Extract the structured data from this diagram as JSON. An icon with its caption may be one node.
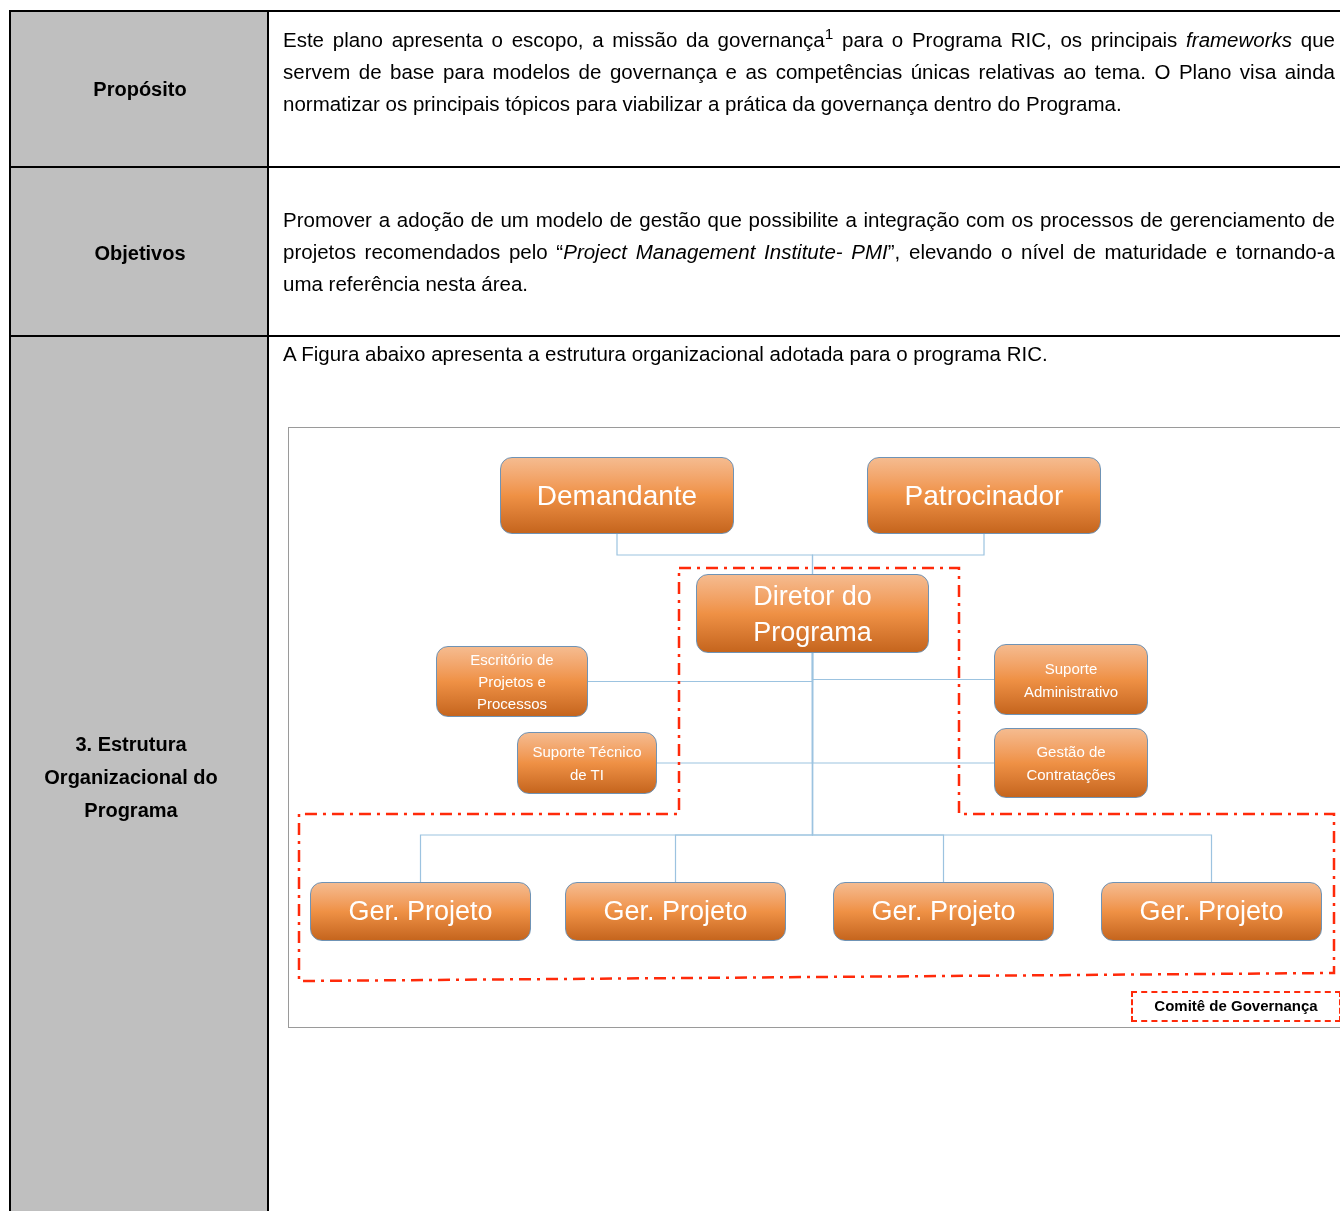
{
  "diagram": {
    "nodes": [
      {
        "text": [
          "Demandante"
        ]
      },
      {
        "text": [
          "Patrocinador"
        ]
      },
      {
        "text": [
          "Diretor do Programa"
        ]
      },
      {
        "text": [
          "Escritório de Projetos e Processos"
        ]
      },
      {
        "text": [
          "Suporte Administrativo"
        ]
      },
      {
        "text": [
          "Suporte Técnico de TI"
        ]
      },
      {
        "text": [
          "Gestão de Contratações"
        ]
      },
      {
        "text": [
          "Ger. Projeto"
        ]
      },
      {
        "text": [
          "Ger. Projeto"
        ]
      },
      {
        "text": [
          "Ger. Projeto"
        ]
      },
      {
        "text": [
          "Ger. Projeto"
        ]
      }
    ],
    "edges": [
      {
        "from": 0,
        "to": 2,
        "arrow": "none"
      },
      {
        "from": 1,
        "to": 2,
        "arrow": "none"
      },
      {
        "from": 2,
        "to": 3,
        "arrow": "none"
      },
      {
        "from": 2,
        "to": 4,
        "arrow": "none"
      },
      {
        "from": 2,
        "to": 5,
        "arrow": "none"
      },
      {
        "from": 2,
        "to": 6,
        "arrow": "none"
      },
      {
        "from": 2,
        "to": 7,
        "arrow": "none"
      },
      {
        "from": 2,
        "to": 8,
        "arrow": "none"
      },
      {
        "from": 2,
        "to": 9,
        "arrow": "none"
      },
      {
        "from": 2,
        "to": 10,
        "arrow": "none"
      }
    ],
    "labels": [
      "Propósito",
      "Este plano apresenta o escopo, a missão da governança$^{1}$ para o Programa RIC, os principais *frameworks* que servem de base para modelos de governança e as competências únicas relativas ao tema. O Plano visa ainda normatizar os principais tópicos para viabilizar a prática da governança dentro do Programa.",
      "Objetivos",
      "Promover a adoção de um modelo de gestão que possibilite a integração com os processos de gerenciamento de projetos recomendados pelo “*Project Management Institute- PMI*”, elevando o nível de maturidade e tornando-a uma referência nesta área.",
      "3. Estrutura Organizacional do Programa",
      "A Figura abaixo apresenta a estrutura organizacional adotada para o programa RIC."
    ],
    "legend": [
      {
        "text": "Comitê de Governança"
      }
    ]
  }
}
